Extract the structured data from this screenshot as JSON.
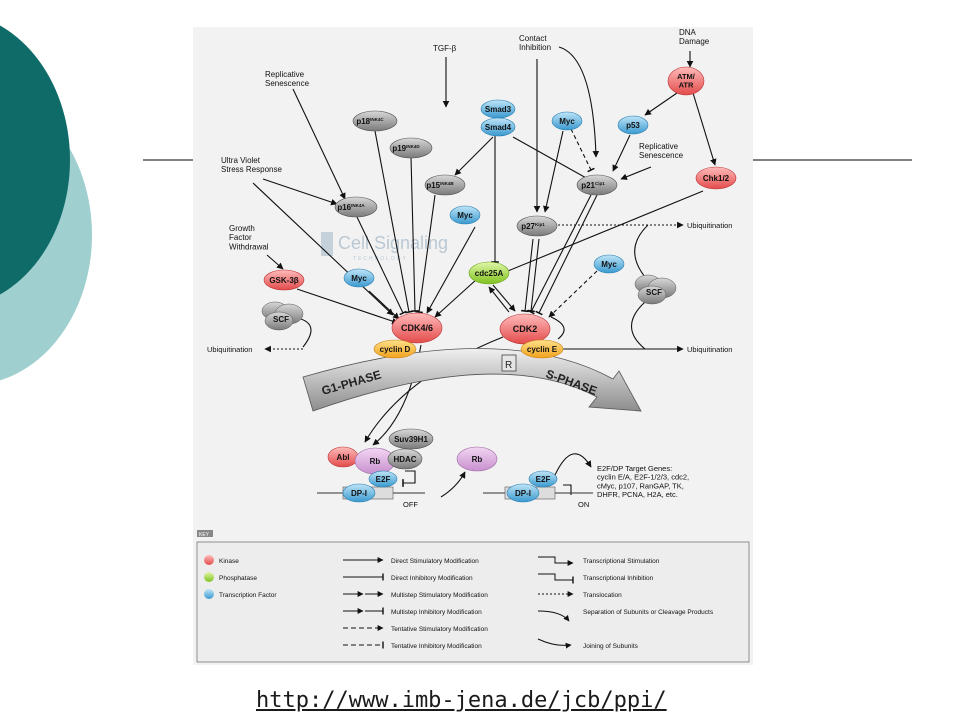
{
  "slide": {
    "link": "http://www.imb-jena.de/jcb/ppi/",
    "colors": {
      "teal_dark": "#0e6b68",
      "teal_light": "#9fd0cf",
      "rule": "#000000"
    }
  },
  "diagram": {
    "watermark": "Cell Signaling",
    "watermark_sub": "TECHNOLOGY",
    "stimuli": {
      "tgf": "TGF-β",
      "contact": "Contact\nInhibition",
      "dna": "DNA\nDamage",
      "repl1": "Replicative\nSenescence",
      "repl2": "Replicative\nSenescence",
      "uv": "Ultra Violet\nStress Response",
      "growth": "Growth\nFactor\nWithdrawal"
    },
    "nodes": {
      "atm": "ATM/\nATR",
      "p53": "p53",
      "chk": "Chk1/2",
      "smad3": "Smad3",
      "smad4": "Smad4",
      "myc1": "Myc",
      "myc2": "Myc",
      "myc3": "Myc",
      "myc4": "Myc",
      "p18": "p18",
      "p18_sup": "INK4C",
      "p19": "p19",
      "p19_sup": "INK4D",
      "p15": "p15",
      "p15_sup": "INK4B",
      "p16": "p16",
      "p16_sup": "INK4A",
      "p21": "p21",
      "p21_sup": "Cip1",
      "p27": "p27",
      "p27_sup": "Kip1",
      "gsk": "GSK-3β",
      "cdc25": "cdc25A",
      "scf1": "SCF",
      "scf2": "SCF",
      "cdk46": "CDK4/6",
      "cycd": "cyclin D",
      "cdk2": "CDK2",
      "cyce": "cyclin E",
      "r": "R",
      "abl": "Abl",
      "rb1": "Rb",
      "rb2": "Rb",
      "suv": "Suv39H1",
      "hdac": "HDAC",
      "e2f1": "E2F",
      "e2f2": "E2F",
      "dp1": "DP-I",
      "dp2": "DP-I"
    },
    "labels": {
      "ubiq_left": "Ubiquitination",
      "ubiq_right1": "Ubiquitination",
      "ubiq_right2": "Ubiquitination",
      "g1": "G1-PHASE",
      "s": "S-PHASE",
      "off": "OFF",
      "on": "ON",
      "targets": "E2F/DP Target Genes:\ncyclin E/A, E2F-1/2/3, cdc2,\ncMyc, p107, RanGAP, TK,\nDHFR, PCNA, H2A, etc."
    },
    "key": {
      "tab": "KEY",
      "kinase": "Kinase",
      "phosphatase": "Phosphatase",
      "tf": "Transcription Factor",
      "dsm": "Direct Stimulatory Modification",
      "dim": "Direct Inhibitory Modification",
      "msm": "Multistep Stimulatory Modification",
      "mim": "Multistep Inhibitory Modification",
      "tsm": "Tentative Stimulatory Modification",
      "tim": "Tentative Inhibitory Modification",
      "ts": "Transcriptional Stimulation",
      "ti": "Transcriptional Inhibition",
      "tl": "Translocation",
      "sep": "Separation of Subunits or Cleavage Products",
      "join": "Joining of Subunits",
      "colors": {
        "kinase": "#f07f7f",
        "phosphatase": "#a6d84a",
        "tf": "#6ab8e0"
      }
    }
  }
}
